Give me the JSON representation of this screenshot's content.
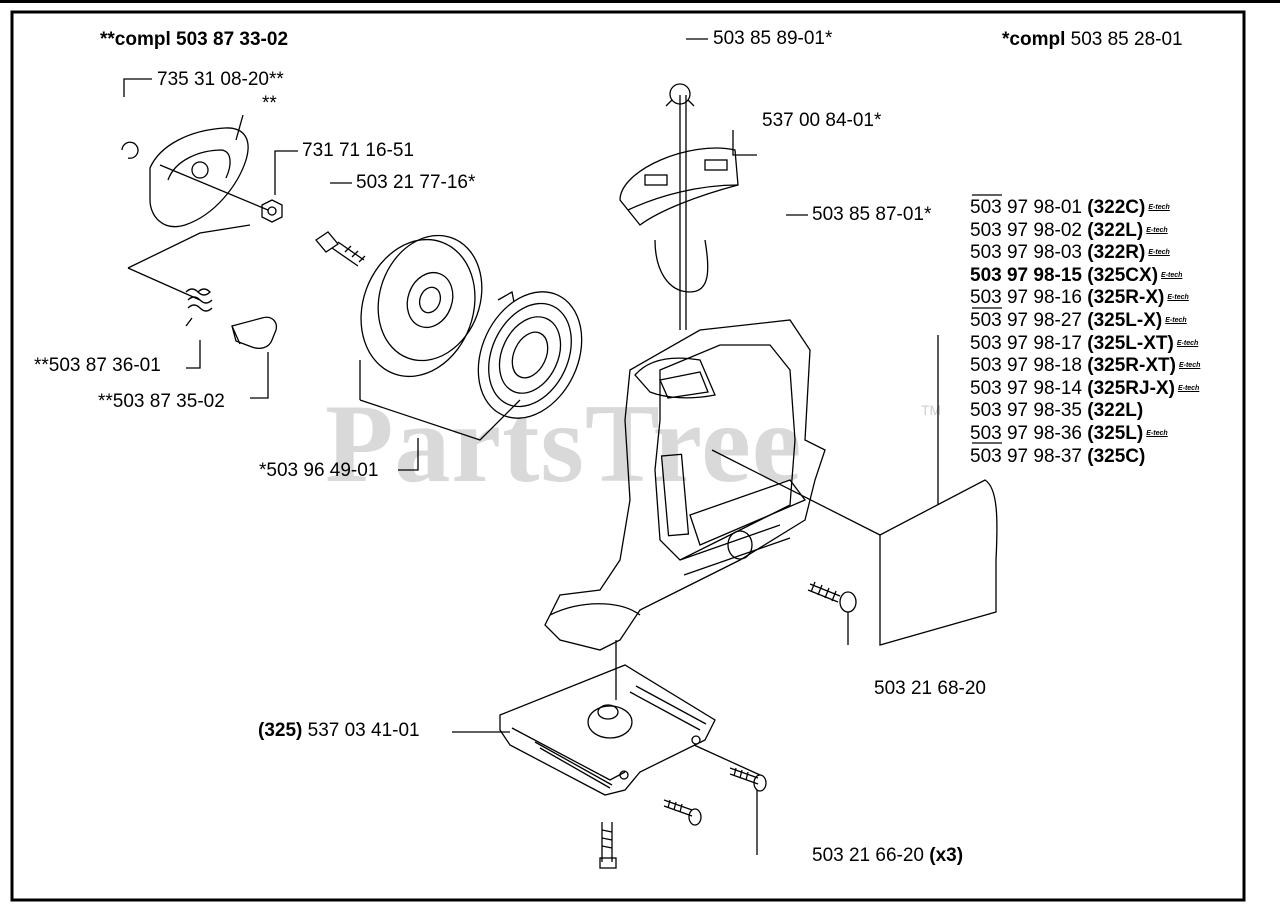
{
  "watermark": {
    "text": "PartsTree",
    "tm": "TM"
  },
  "kits": {
    "left_prefix": "**compl",
    "left_number": "503 87 33-02",
    "right_prefix": "*compl",
    "right_number": "503 85 28-01"
  },
  "parts": {
    "p1": "735 31 08-20**",
    "p2": "**",
    "p3": "731 71 16-51",
    "p4": "503 21 77-16*",
    "p5": "**503 87 36-01",
    "p6": "**503 87 35-02",
    "p7": "*503 96 49-01",
    "p8": "503 85 89-01*",
    "p9": "537 00 84-01*",
    "p10": "503 85 87-01*",
    "p11": "503 21 68-20",
    "p12_model": "(325)",
    "p12_number": "537 03 41-01",
    "p13_number": "503 21 66-20",
    "p13_qty": "(x3)"
  },
  "variants": [
    {
      "number": "503 97 98-01",
      "model": "(322C)",
      "mark": "E-tech",
      "bold": false
    },
    {
      "number": "503 97 98-02",
      "model": "(322L)",
      "mark": "E-tech",
      "bold": false
    },
    {
      "number": "503 97 98-03",
      "model": "(322R)",
      "mark": "E-tech",
      "bold": false
    },
    {
      "number": "503 97 98-15",
      "model": "(325CX)",
      "mark": "E-tech",
      "bold": true
    },
    {
      "number": "503 97 98-16",
      "model": "(325R-X)",
      "mark": "E-tech",
      "bold": false
    },
    {
      "number": "503 97 98-27",
      "model": "(325L-X)",
      "mark": "E-tech",
      "bold": false
    },
    {
      "number": "503 97 98-17",
      "model": "(325L-XT)",
      "mark": "E-tech",
      "bold": false
    },
    {
      "number": "503 97 98-18",
      "model": "(325R-XT)",
      "mark": "E-tech",
      "bold": false
    },
    {
      "number": "503 97 98-14",
      "model": "(325RJ-X)",
      "mark": "E-tech",
      "bold": false
    },
    {
      "number": "503 97 98-35",
      "model": "(322L)",
      "mark": "",
      "bold": false
    },
    {
      "number": "503 97 98-36",
      "model": "(325L)",
      "mark": "E-tech",
      "bold": false
    },
    {
      "number": "503 97 98-37",
      "model": "(325C)",
      "mark": "",
      "bold": false
    }
  ]
}
